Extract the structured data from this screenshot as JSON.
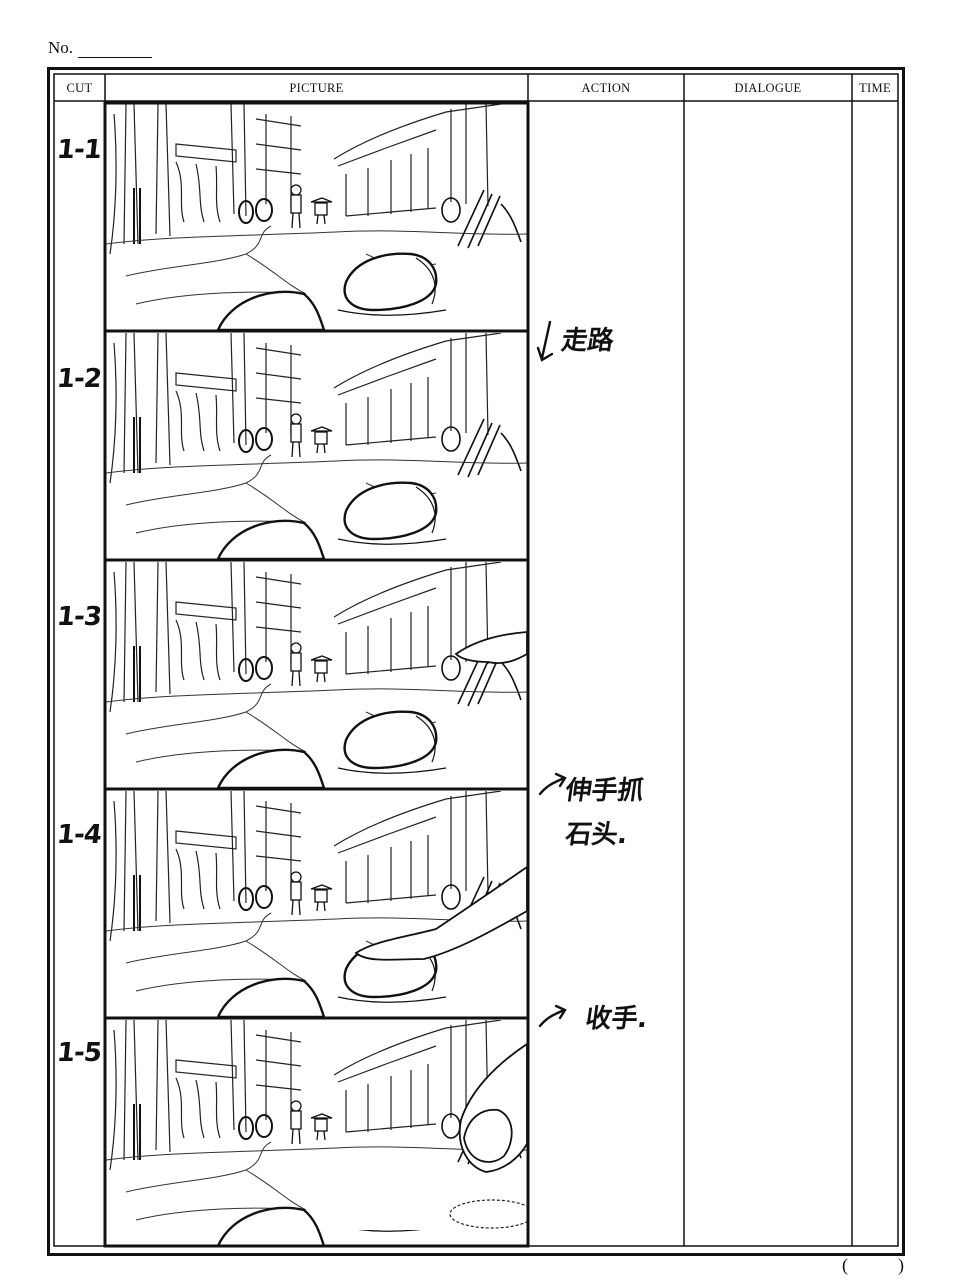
{
  "sheet": {
    "no_label": "No.",
    "headers": {
      "cut": "CUT",
      "picture": "PICTURE",
      "action": "ACTION",
      "dialogue": "DIALOGUE",
      "time": "TIME"
    },
    "page_open": "(",
    "page_close": ")"
  },
  "cuts": [
    {
      "id": "1-1"
    },
    {
      "id": "1-2"
    },
    {
      "id": "1-3"
    },
    {
      "id": "1-4"
    },
    {
      "id": "1-5"
    }
  ],
  "action_notes": {
    "walk": "走路",
    "reach_line1": "伸手抓",
    "reach_line2": "石头.",
    "retract": "收手."
  }
}
